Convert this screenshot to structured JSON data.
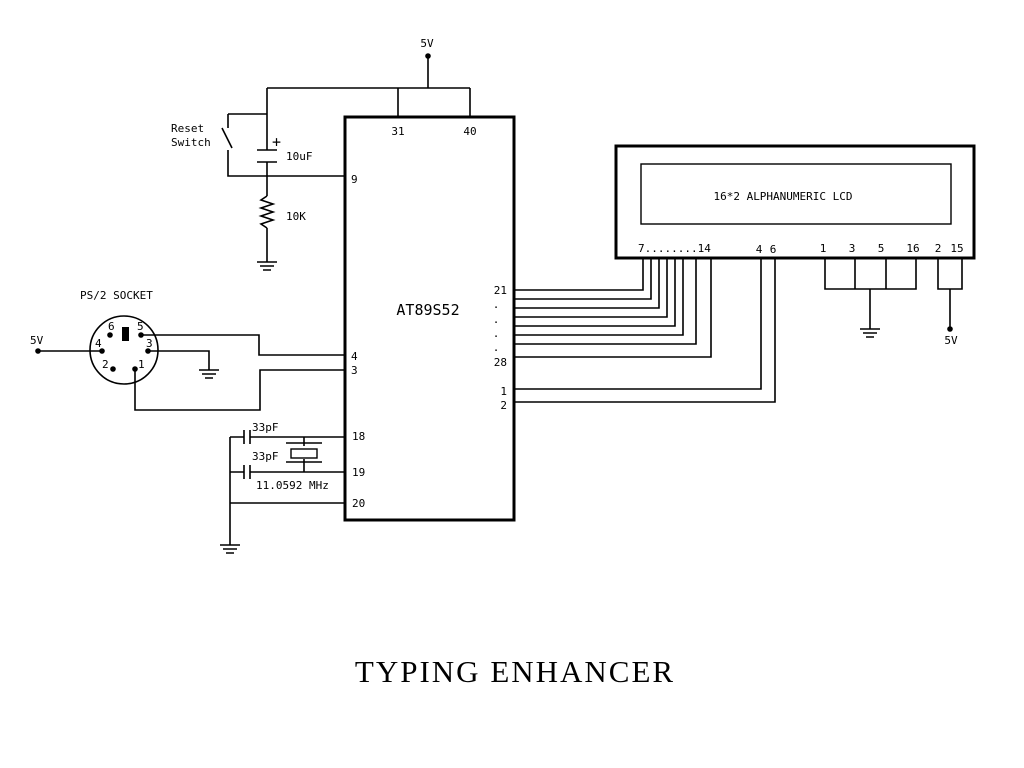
{
  "title": "TYPING ENHANCER",
  "power": {
    "supply_label": "5V"
  },
  "reset": {
    "switch_label_line1": "Reset",
    "switch_label_line2": "Switch",
    "capacitor": "10uF",
    "capacitor_polarity": "+",
    "resistor": "10K"
  },
  "mcu": {
    "name": "AT89S52",
    "pins": {
      "vpp": "31",
      "vcc": "40",
      "rst": "9",
      "p_data": "4",
      "p_clock": "3",
      "xtal1": "18",
      "xtal2": "19",
      "gnd": "20",
      "bus_start": "21",
      "bus_end": "28",
      "rs": "1",
      "en": "2"
    },
    "bus_dots": "."
  },
  "ps2": {
    "title": "PS/2 SOCKET",
    "supply": "5V",
    "pins": [
      "1",
      "2",
      "3",
      "4",
      "5",
      "6"
    ]
  },
  "oscillator": {
    "cap1": "33pF",
    "cap2": "33pF",
    "crystal": "11.0592 MHz"
  },
  "lcd": {
    "name": "16*2 ALPHANUMERIC LCD",
    "data_pins": "7........14",
    "pins": {
      "rs": "4",
      "en": "6",
      "p1": "1",
      "p3": "3",
      "p5": "5",
      "p16": "16",
      "p2": "2",
      "p15": "15"
    },
    "supply": "5V"
  }
}
